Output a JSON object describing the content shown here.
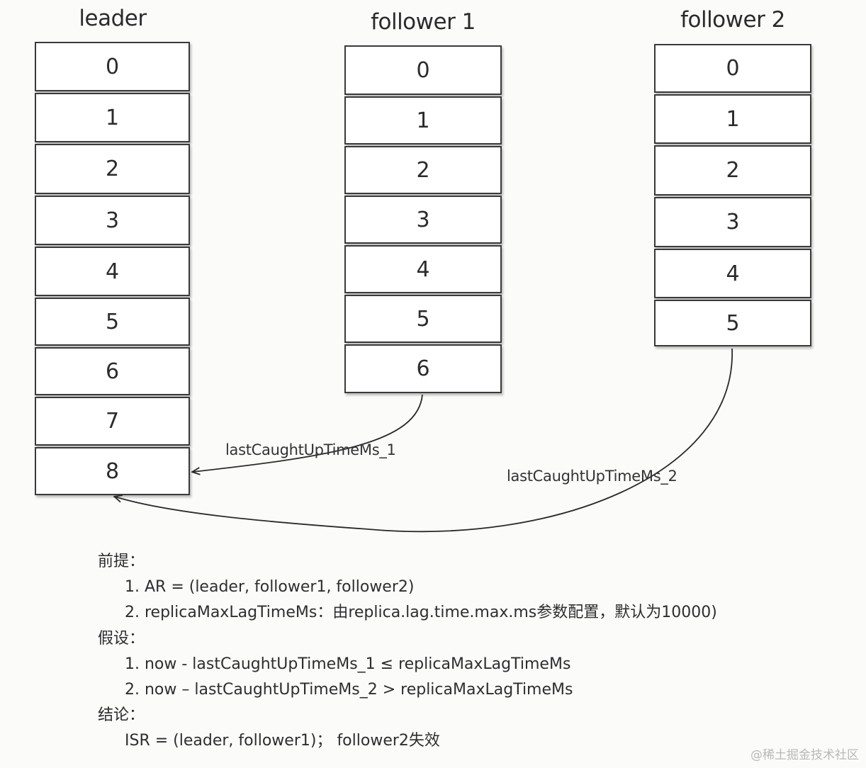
{
  "columns": [
    {
      "title": "leader",
      "cells": [
        "0",
        "1",
        "2",
        "3",
        "4",
        "5",
        "6",
        "7",
        "8"
      ]
    },
    {
      "title": "follower 1",
      "cells": [
        "0",
        "1",
        "2",
        "3",
        "4",
        "5",
        "6"
      ]
    },
    {
      "title": "follower 2",
      "cells": [
        "0",
        "1",
        "2",
        "3",
        "4",
        "5"
      ]
    }
  ],
  "arrows": [
    {
      "label": "lastCaughtUpTimeMs_1",
      "from": "follower 1",
      "to": "leader"
    },
    {
      "label": "lastCaughtUpTimeMs_2",
      "from": "follower 2",
      "to": "leader"
    }
  ],
  "notes": {
    "premise_heading": "前提：",
    "premise_1": "1. AR = (leader, follower1, follower2)",
    "premise_2": "2. replicaMaxLagTimeMs：由replica.lag.time.max.ms参数配置，默认为10000)",
    "assumption_heading": "假设：",
    "assumption_1": "1. now - lastCaughtUpTimeMs_1  ≤  replicaMaxLagTimeMs",
    "assumption_2": "2. now – lastCaughtUpTimeMs_2  > replicaMaxLagTimeMs",
    "conclusion_heading": "结论：",
    "conclusion_1": "ISR = (leader, follower1)；  follower2失效"
  },
  "watermark": "@稀土掘金技术社区"
}
